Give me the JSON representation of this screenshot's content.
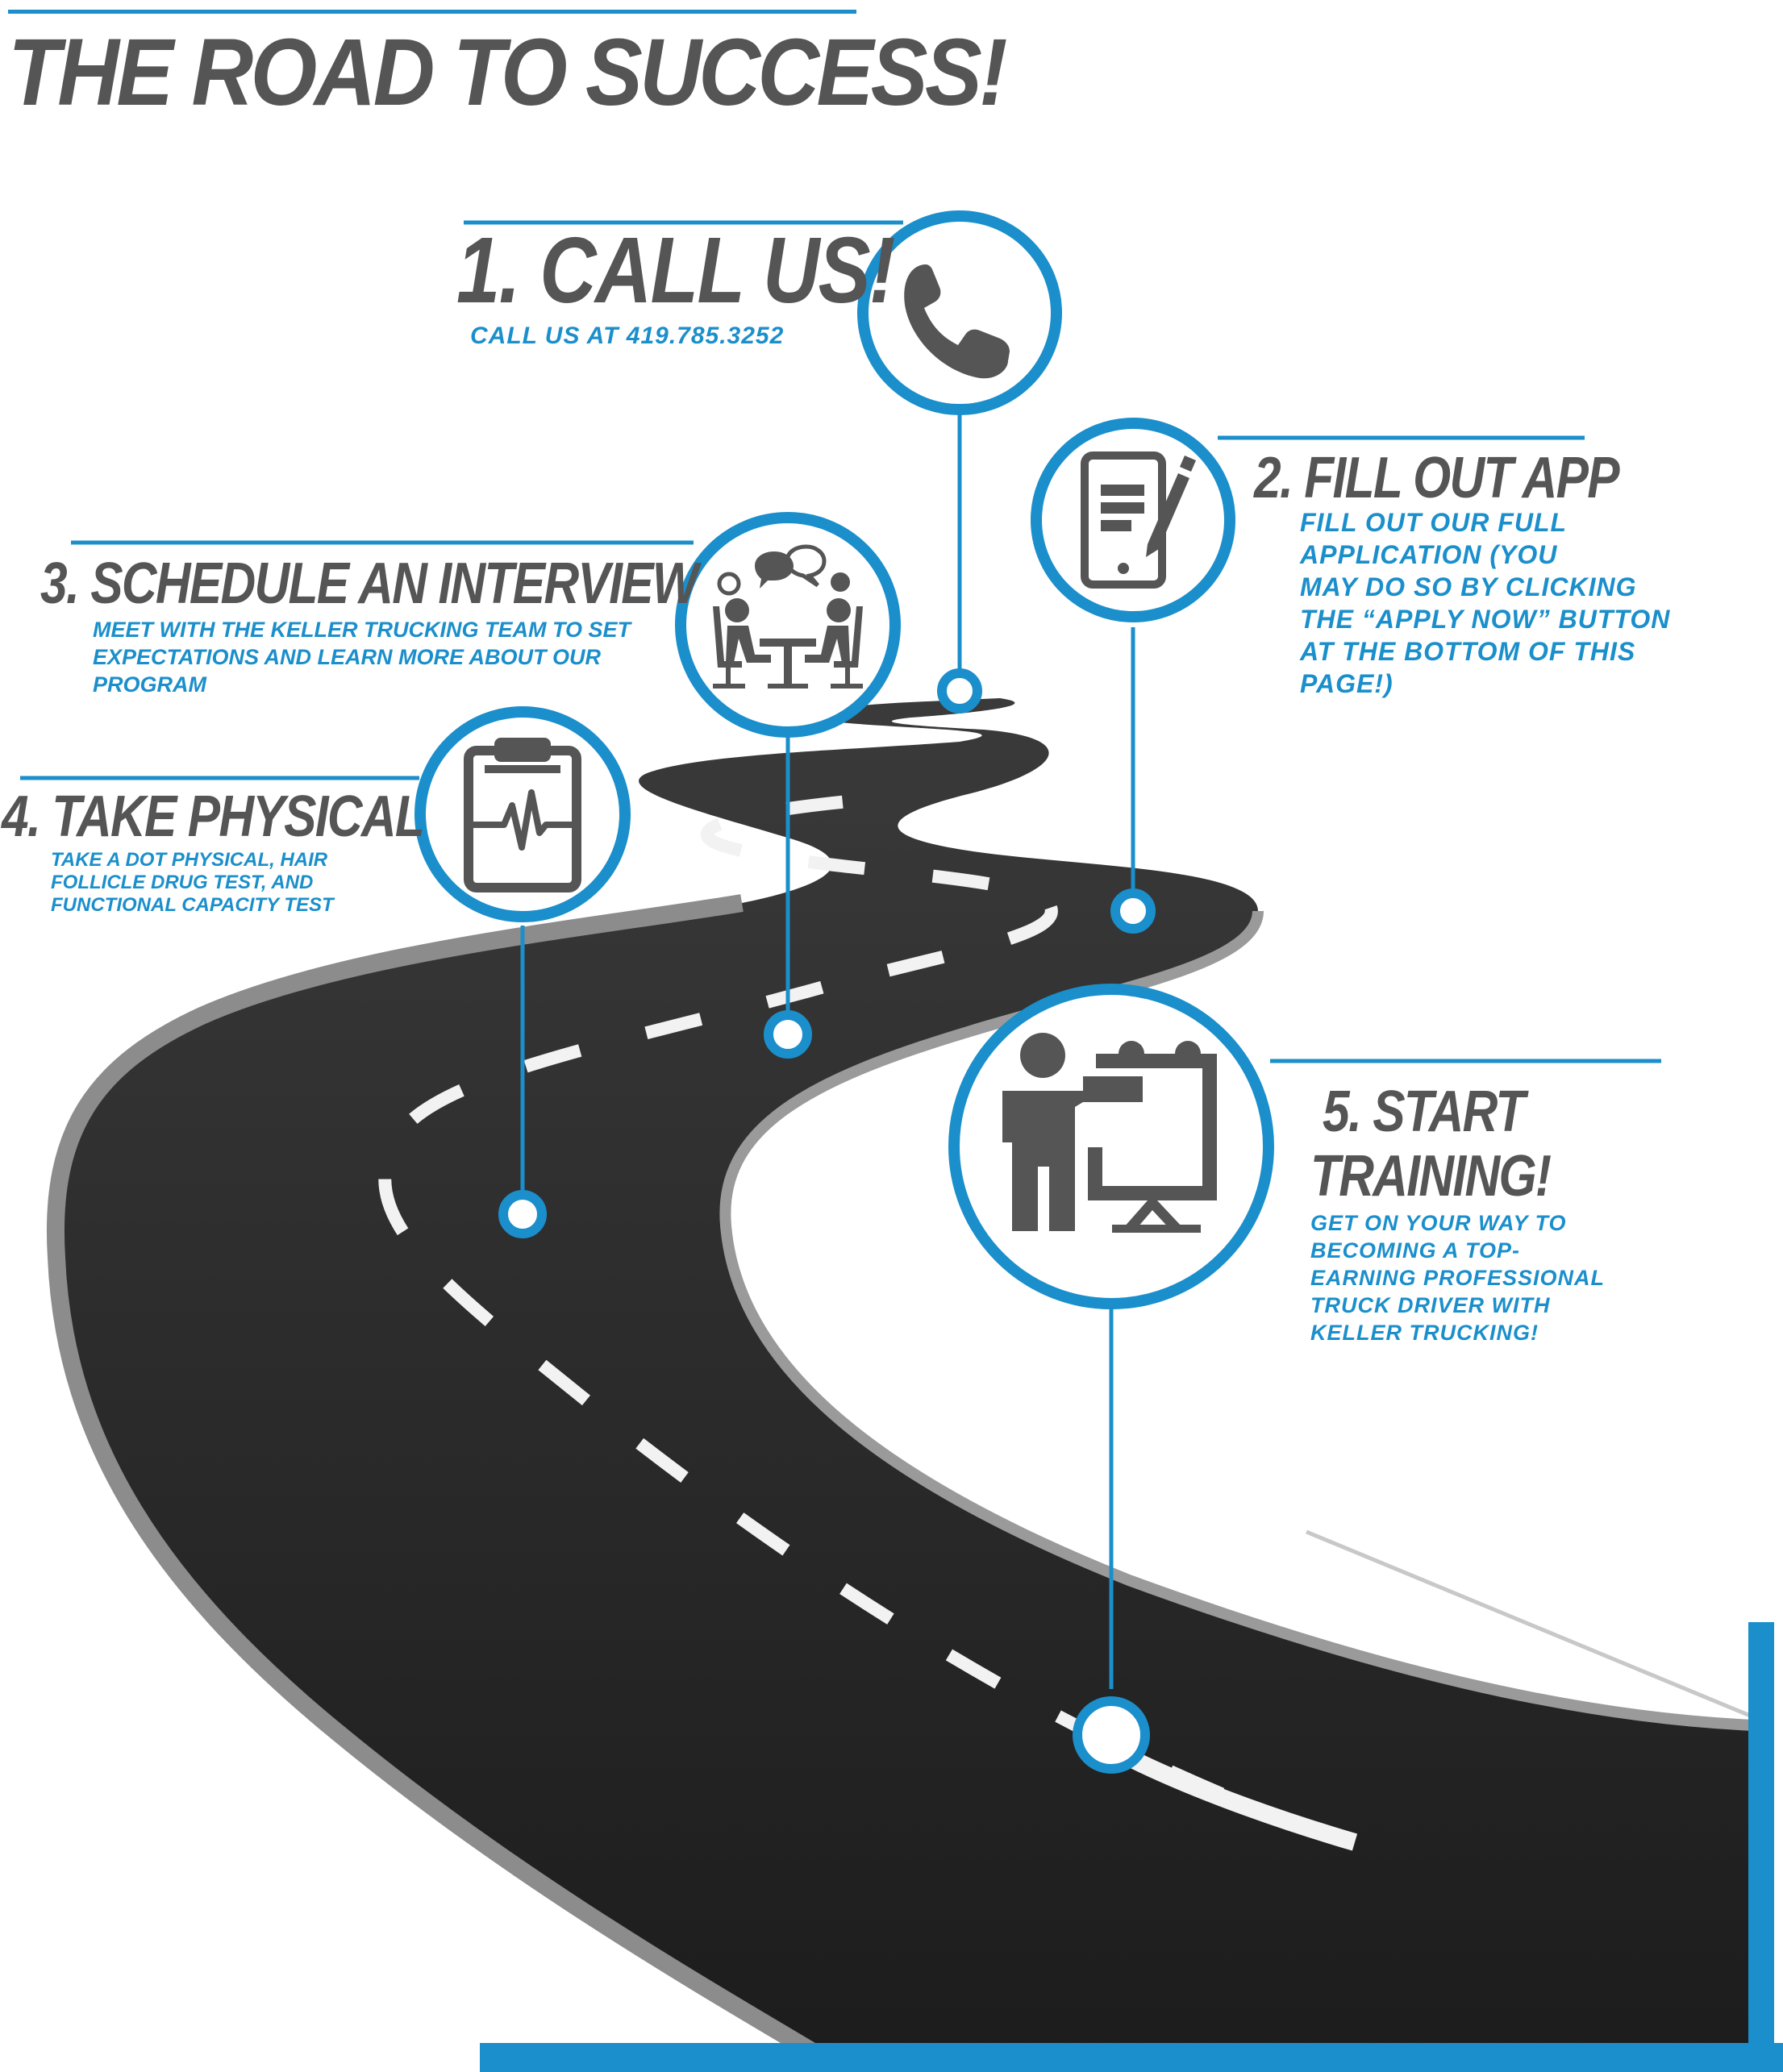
{
  "title": "THE ROAD TO SUCCESS!",
  "accent_color": "#1b8fcb",
  "text_color": "#555555",
  "steps": [
    {
      "heading": "1. CALL US!",
      "description": [
        "CALL US AT 419.785.3252"
      ],
      "icon": "phone-icon"
    },
    {
      "heading": "2. FILL OUT APP",
      "description": [
        "FILL OUT OUR FULL",
        "APPLICATION (YOU",
        "MAY DO SO BY CLICKING",
        "THE “APPLY NOW” BUTTON",
        "AT THE BOTTOM OF THIS",
        "PAGE!)"
      ],
      "icon": "tablet-pen-icon"
    },
    {
      "heading": "3. SCHEDULE AN INTERVIEW",
      "description": [
        "MEET WITH THE KELLER TRUCKING TEAM TO SET",
        "EXPECTATIONS AND LEARN MORE ABOUT OUR",
        "PROGRAM"
      ],
      "icon": "meeting-icon"
    },
    {
      "heading": "4. TAKE PHYSICAL",
      "description": [
        "TAKE A DOT PHYSICAL, HAIR",
        "FOLLICLE DRUG TEST, AND",
        "FUNCTIONAL CAPACITY TEST"
      ],
      "icon": "clipboard-heartbeat-icon"
    },
    {
      "heading": [
        "5. START",
        "TRAINING!"
      ],
      "description": [
        "GET ON YOUR WAY TO",
        "BECOMING A TOP-",
        "EARNING PROFESSIONAL",
        "TRUCK DRIVER WITH",
        "KELLER TRUCKING!"
      ],
      "icon": "presentation-icon"
    }
  ]
}
